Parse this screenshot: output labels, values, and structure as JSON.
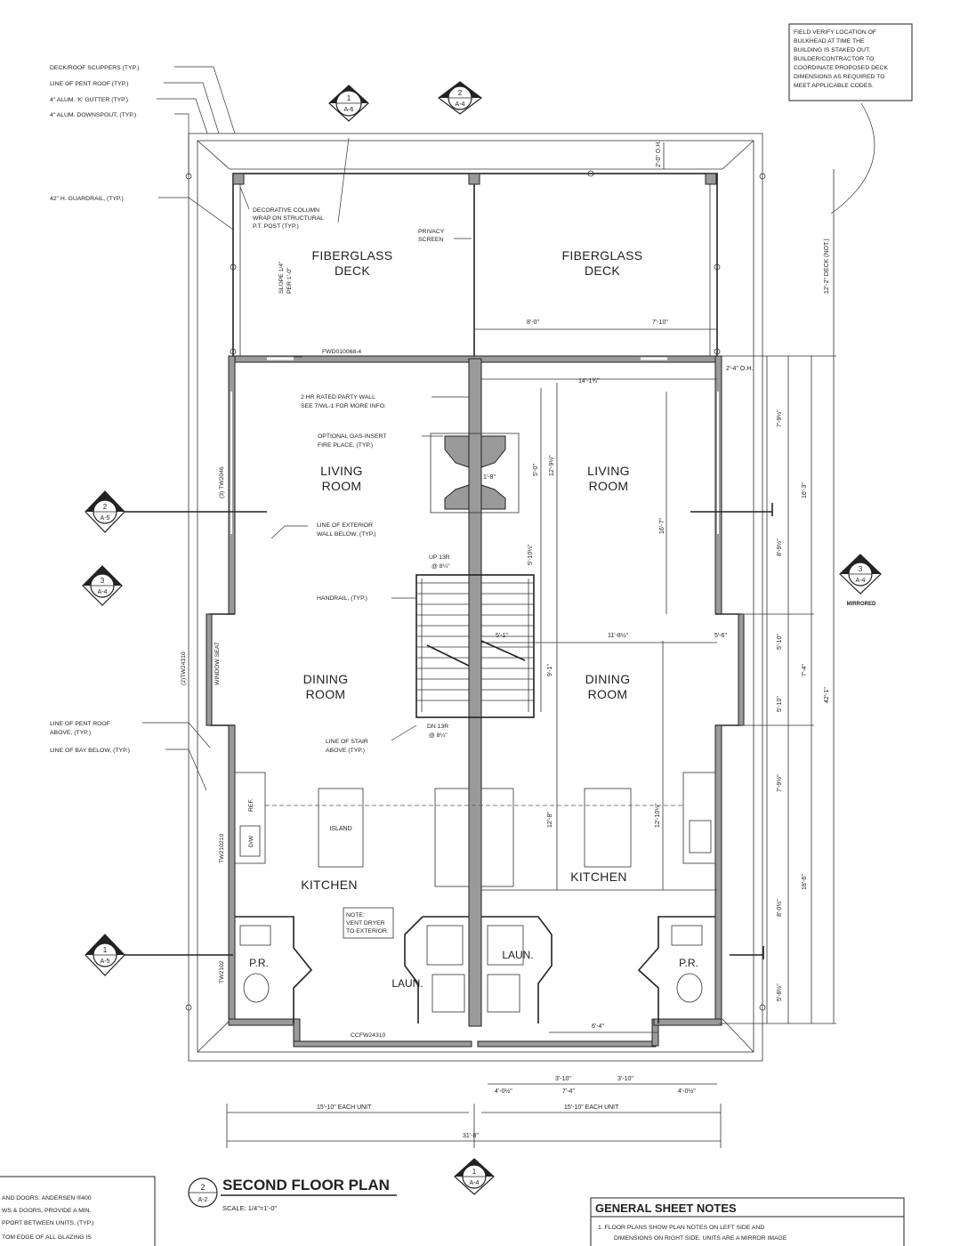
{
  "drawing": {
    "title": "SECOND FLOOR PLAN",
    "scale": "SCALE: 1/4\"=1'-0\"",
    "title_tag": {
      "num": "2",
      "sheet": "A-2"
    }
  },
  "rooms": {
    "deck_left_1": "FIBERGLASS",
    "deck_left_2": "DECK",
    "deck_right_1": "FIBERGLASS",
    "deck_right_2": "DECK",
    "living_left_1": "LIVING",
    "living_left_2": "ROOM",
    "living_right_1": "LIVING",
    "living_right_2": "ROOM",
    "dining_left_1": "DINING",
    "dining_left_2": "ROOM",
    "dining_right_1": "DINING",
    "dining_right_2": "ROOM",
    "kitchen_left": "KITCHEN",
    "kitchen_right": "KITCHEN",
    "pr_left": "P.R.",
    "pr_right": "P.R.",
    "laun_left": "LAUN.",
    "laun_right": "LAUN.",
    "island": "ISLAND"
  },
  "notes": {
    "deck_scuppers": "DECK/ROOF SCUPPERS (TYP.)",
    "pent_roof": "LINE OF PENT ROOF (TYP.)",
    "gutter": "4\" ALUM. 'K' GUTTER (TYP.)",
    "downspout": "4\" ALUM. DOWNSPOUT, (TYP.)",
    "guardrail": "42\" H. GUARDRAIL, (TYP.)",
    "column_1": "DECORATIVE COLUMN",
    "column_2": "WRAP ON STRUCTURAL",
    "column_3": "P.T. POST (TYP.)",
    "privacy_1": "PRIVACY",
    "privacy_2": "SCREEN",
    "slope_1": "SLOPE 1/4\"",
    "slope_2": "PER 1'-0\"",
    "door_tag": "FWD010068-4",
    "party_wall_1": "2 HR RATED PARTY WALL",
    "party_wall_2": "SEE 7/WL-1 FOR MORE INFO.",
    "fireplace_1": "OPTIONAL GAS-INSERT",
    "fireplace_2": "FIRE PLACE, (TYP.)",
    "ext_wall_1": "LINE OF EXTERIOR",
    "ext_wall_2": "WALL BELOW, (TYP.)",
    "handrail": "HANDRAIL, (TYP.)",
    "up": "UP 13R",
    "up2": "@ 8¼\"",
    "dn": "DN 13R",
    "dn2": "@ 8¼\"",
    "stair_above_1": "LINE OF STAIR",
    "stair_above_2": "ABOVE (TYP.)",
    "pent_above_1": "LINE OF PENT ROOF",
    "pent_above_2": "ABOVE, (TYP.)",
    "bay_below": "LINE OF BAY BELOW, (TYP.)",
    "window_seat": "WINDOW SEAT",
    "win_1": "(3) TW2046",
    "win_2": "(2)TW24310",
    "win_3": "TW2102",
    "win_4": "TW210210",
    "win_5": "CCFW24310",
    "ref": "REF.",
    "dw": "D/W",
    "vent_1": "NOTE:",
    "vent_2": "VENT DRYER",
    "vent_3": "TO EXTERIOR",
    "bulkhead_1": "FIELD VERIFY LOCATION OF",
    "bulkhead_2": "BULKHEAD AT TIME THE",
    "bulkhead_3": "BUILDING IS STAKED OUT.",
    "bulkhead_4": "BUILDER/CONTRACTOR TO",
    "bulkhead_5": "COORDINATE PROPOSED DECK",
    "bulkhead_6": "DIMENSIONS AS REQUIRED TO",
    "bulkhead_7": "MEET APPLICABLE CODES.",
    "mirrored": "MIRRORED"
  },
  "dims": {
    "d8": "8'-0\"",
    "d7_10": "7'-10\"",
    "d14": "14'-1¾\"",
    "d5_0": "5'-0\"",
    "d12_9": "12'-9½\"",
    "d5_10": "5'-10½\"",
    "d16": "16'-7\"",
    "d11": "11'-8½\"",
    "d9": "9'-1\"",
    "d5_1": "5'-1\"",
    "d1_8": "1'-8\"",
    "d12_8": "12'-8\"",
    "d12_10": "12'-10½\"",
    "d5_6": "5'-6\"",
    "d6_4": "6'-4\"",
    "d3_10a": "3'-10\"",
    "d3_10b": "3'-10\"",
    "d7_4": "7'-4\"",
    "d4_0a": "4'-0½\"",
    "d4_0b": "4'-0½\"",
    "d15a": "15'-10\" EACH UNIT",
    "d15b": "15'-10\" EACH UNIT",
    "d31": "31'-8\"",
    "r7_9": "7'-9½\"",
    "r16_3": "16'-3\"",
    "r8_9": "8'-9½\"",
    "r5_10": "5'-10\"",
    "r7_4": "7'-4\"",
    "r5_10b": "5'-10\"",
    "r7_9b": "7'-9½\"",
    "r18_6": "18'-6\"",
    "r8_0": "8'-0½\"",
    "r5_8": "5'-8½\"",
    "r42": "42'-1\"",
    "r12": "12'-2\" DECK (NOT.)",
    "r2_4": "2'-4\" O.H.",
    "r2_0": "2'-0\" O.H."
  },
  "section_tags": [
    {
      "num": "1",
      "sheet": "A-6"
    },
    {
      "num": "2",
      "sheet": "A-4"
    },
    {
      "num": "2",
      "sheet": "A-5"
    },
    {
      "num": "3",
      "sheet": "A-4"
    },
    {
      "num": "1",
      "sheet": "A-5"
    },
    {
      "num": "3",
      "sheet": "A-4"
    },
    {
      "num": "1",
      "sheet": "A-4"
    }
  ],
  "general_notes": {
    "heading": "GENERAL SHEET NOTES",
    "line_1": "1.  FLOOR PLANS SHOW PLAN NOTES ON LEFT SIDE AND",
    "line_2": "DIMENSIONS ON RIGHT SIDE. UNITS ARE A MIRROR IMAGE"
  },
  "left_notes": {
    "line_1": "AND DOORS: ANDERSEN ®400",
    "line_2": "WS & DOORS, PROVIDE A MIN.",
    "line_3": "PPORT BETWEEN UNITS, (TYP.)",
    "line_4": "TOM EDGE OF ALL GLAZING IS"
  }
}
